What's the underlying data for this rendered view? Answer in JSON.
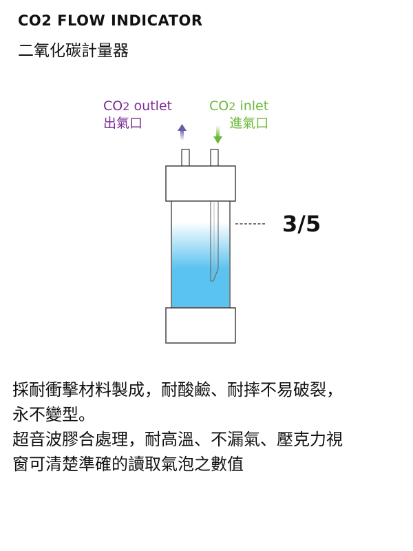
{
  "title": {
    "en": "CO2 FLOW  INDICATOR",
    "zh": "二氧化碳計量器"
  },
  "labels": {
    "outlet_en_prefix": "CO",
    "outlet_en_sub": "2",
    "outlet_en_suffix": " outlet",
    "outlet_zh": "出氣口",
    "inlet_en_prefix": "CO",
    "inlet_en_sub": "2",
    "inlet_en_suffix": " inlet",
    "inlet_zh": "進氣口",
    "level": "3/5"
  },
  "description": {
    "line1": "採耐衝擊材料製成，耐酸鹼、耐摔不易破裂，",
    "line2": "永不變型。",
    "line3": "超音波膠合處理，耐高溫、不漏氣、壓克力視",
    "line4": "窗可清楚準確的讀取氣泡之數值"
  },
  "colors": {
    "outlet": "#7a2b93",
    "inlet": "#6cb83a",
    "water": "#5bc3ef"
  },
  "icons": {
    "outlet_arrow": "arrow-up-icon",
    "inlet_arrow": "arrow-down-icon"
  }
}
